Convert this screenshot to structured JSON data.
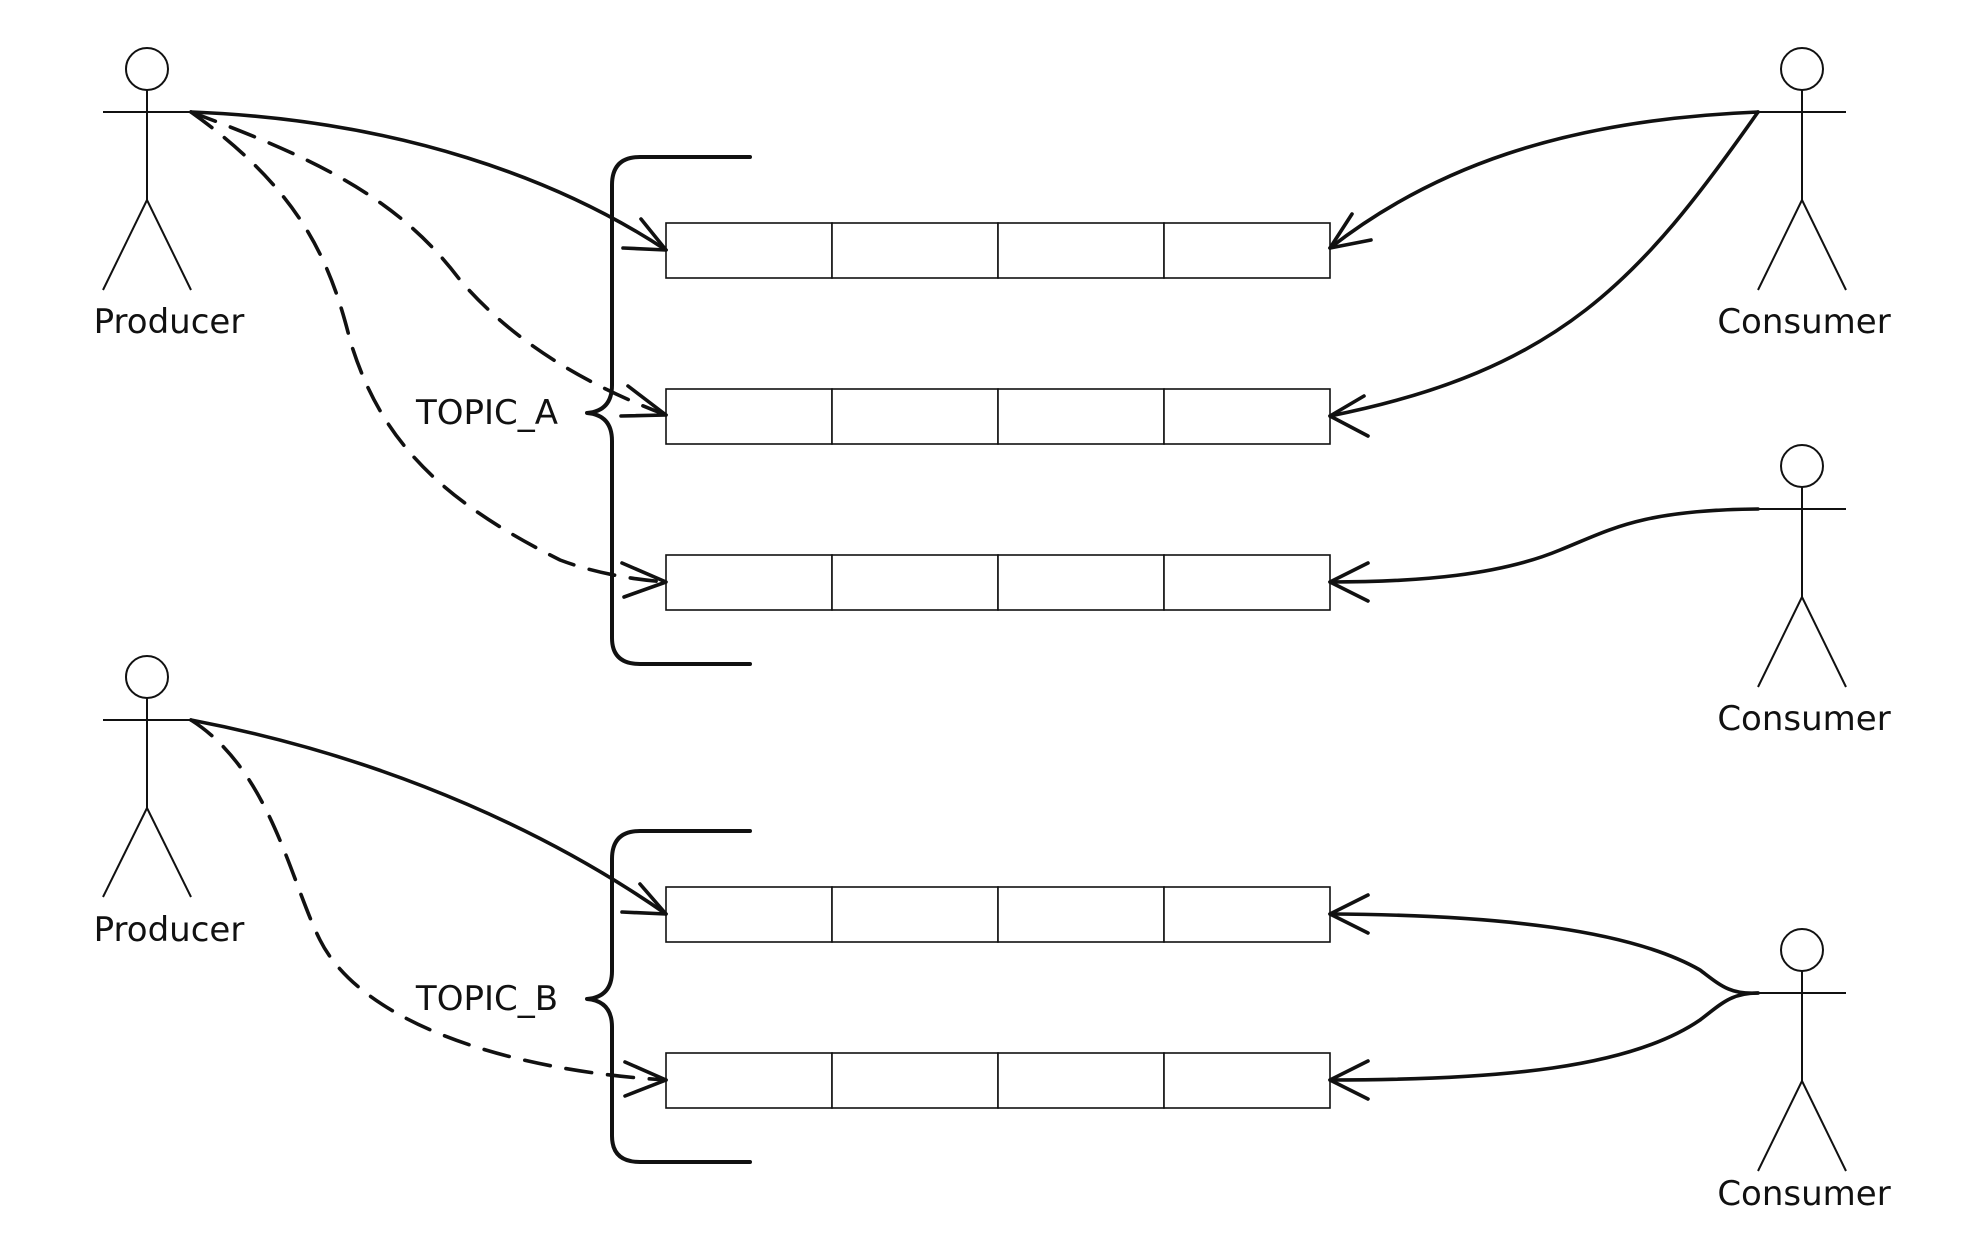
{
  "diagram": {
    "type": "topic-partition-diagram",
    "actor_labels": {
      "producer_top": "Producer",
      "producer_bottom": "Producer",
      "consumer_1": "Consumer",
      "consumer_2": "Consumer",
      "consumer_3": "Consumer"
    },
    "topics": [
      {
        "name": "TOPIC_A",
        "partitions": 3,
        "cells_per_partition": 4
      },
      {
        "name": "TOPIC_B",
        "partitions": 2,
        "cells_per_partition": 4
      }
    ],
    "producer_edges": {
      "TOPIC_A": [
        "solid",
        "dashed",
        "dashed"
      ],
      "TOPIC_B": [
        "solid",
        "dashed"
      ]
    },
    "consumer_assignments": [
      {
        "consumer": "consumer_1",
        "topic": "TOPIC_A",
        "partitions": [
          1,
          2
        ]
      },
      {
        "consumer": "consumer_2",
        "topic": "TOPIC_A",
        "partitions": [
          3
        ]
      },
      {
        "consumer": "consumer_3",
        "topic": "TOPIC_B",
        "partitions": [
          1,
          2
        ]
      }
    ],
    "colors": {
      "stroke": "#111111",
      "background": "#ffffff"
    }
  }
}
